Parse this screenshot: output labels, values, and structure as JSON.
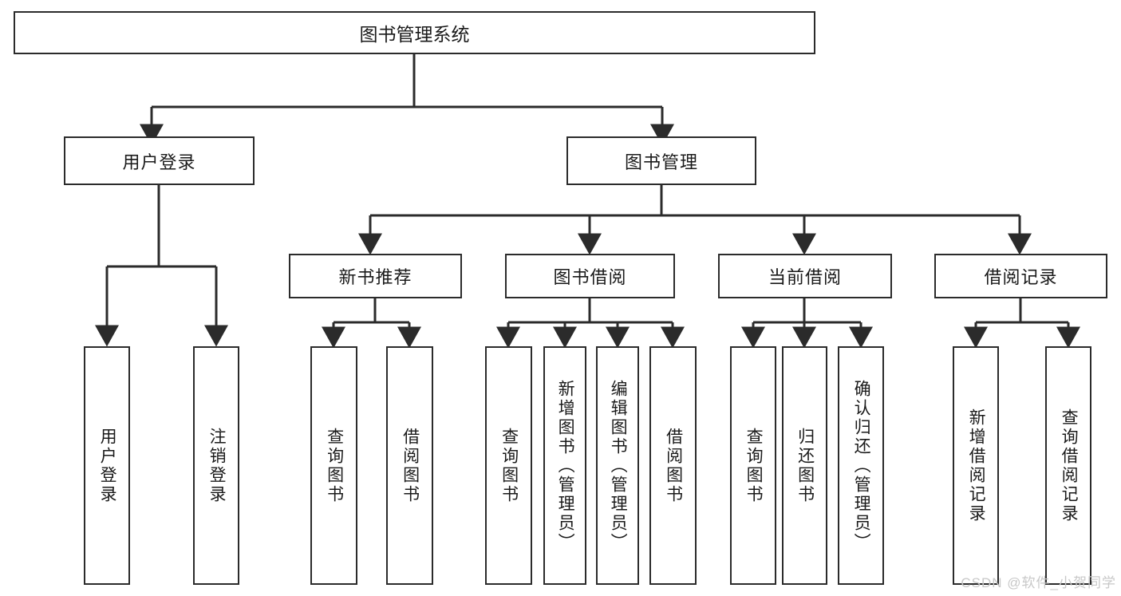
{
  "diagram": {
    "title": "图书管理系统",
    "watermark": "CSDN @软件_小贺同学",
    "colors": {
      "box_border": "#2b2b2b",
      "box_fill": "#ffffff",
      "line": "#2b2b2b",
      "text": "#1a1a1a",
      "watermark": "#c8c8c8"
    },
    "root": {
      "label": "图书管理系统"
    },
    "level2": [
      {
        "label": "用户登录"
      },
      {
        "label": "图书管理"
      }
    ],
    "level3": [
      {
        "label": "新书推荐"
      },
      {
        "label": "图书借阅"
      },
      {
        "label": "当前借阅"
      },
      {
        "label": "借阅记录"
      }
    ],
    "leaves": {
      "user_login": [
        {
          "label": "用户登录"
        },
        {
          "label": "注销登录"
        }
      ],
      "new_book": [
        {
          "label": "查询图书"
        },
        {
          "label": "借阅图书"
        }
      ],
      "book_borrow": [
        {
          "label": "查询图书"
        },
        {
          "label": "新增图书（管理员）"
        },
        {
          "label": "编辑图书（管理员）"
        },
        {
          "label": "借阅图书"
        }
      ],
      "current_borrow": [
        {
          "label": "查询图书"
        },
        {
          "label": "归还图书"
        },
        {
          "label": "确认归还（管理员）"
        }
      ],
      "borrow_record": [
        {
          "label": "新增借阅记录"
        },
        {
          "label": "查询借阅记录"
        }
      ]
    }
  }
}
